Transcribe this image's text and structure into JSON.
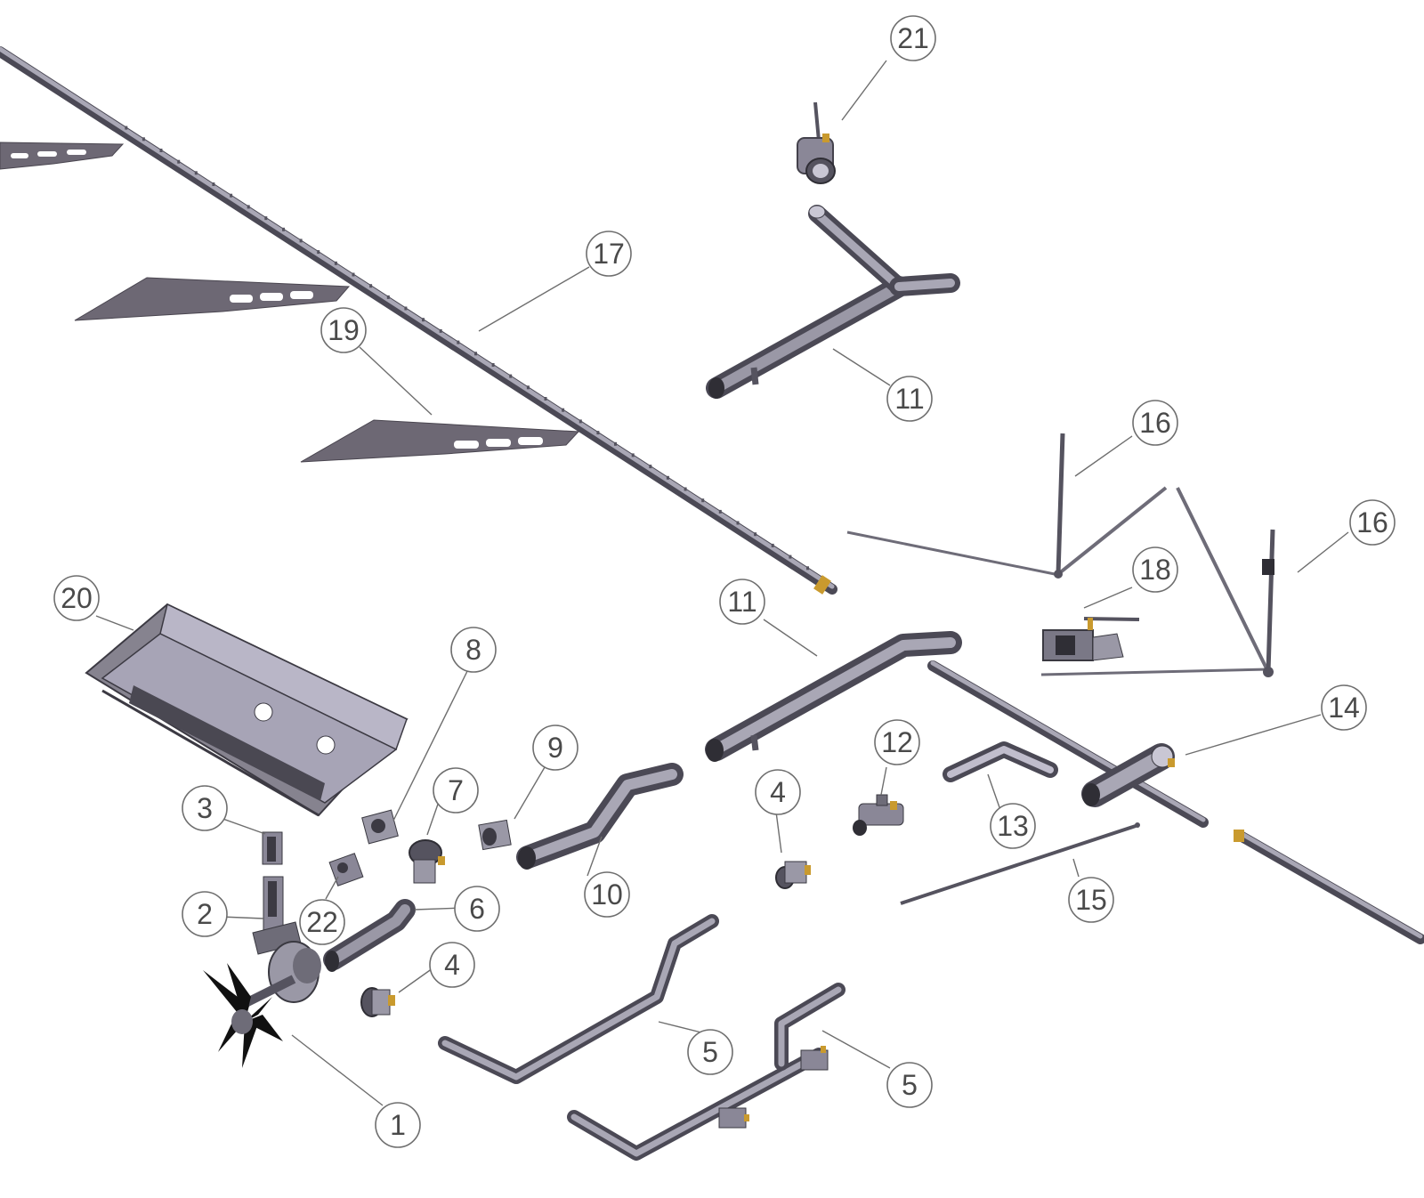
{
  "colors": {
    "background": "#ffffff",
    "part_body": "#8a8797",
    "part_dark": "#55535f",
    "part_light": "#c9c7d4",
    "plate": "#6d6874",
    "brass": "#c99a2e",
    "fan": "#111111",
    "callout_stroke": "#6e6e6e",
    "callout_text": "#4a4a4a"
  },
  "callouts": [
    {
      "id": "c1",
      "label": "1"
    },
    {
      "id": "c2",
      "label": "2"
    },
    {
      "id": "c3",
      "label": "3"
    },
    {
      "id": "c4a",
      "label": "4"
    },
    {
      "id": "c4b",
      "label": "4"
    },
    {
      "id": "c5a",
      "label": "5"
    },
    {
      "id": "c5b",
      "label": "5"
    },
    {
      "id": "c6",
      "label": "6"
    },
    {
      "id": "c7",
      "label": "7"
    },
    {
      "id": "c8",
      "label": "8"
    },
    {
      "id": "c9",
      "label": "9"
    },
    {
      "id": "c10",
      "label": "10"
    },
    {
      "id": "c11a",
      "label": "11"
    },
    {
      "id": "c11b",
      "label": "11"
    },
    {
      "id": "c12",
      "label": "12"
    },
    {
      "id": "c13",
      "label": "13"
    },
    {
      "id": "c14",
      "label": "14"
    },
    {
      "id": "c15",
      "label": "15"
    },
    {
      "id": "c16a",
      "label": "16"
    },
    {
      "id": "c16b",
      "label": "16"
    },
    {
      "id": "c17",
      "label": "17"
    },
    {
      "id": "c18",
      "label": "18"
    },
    {
      "id": "c19",
      "label": "19"
    },
    {
      "id": "c20",
      "label": "20"
    },
    {
      "id": "c21",
      "label": "21"
    },
    {
      "id": "c22",
      "label": "22"
    }
  ]
}
